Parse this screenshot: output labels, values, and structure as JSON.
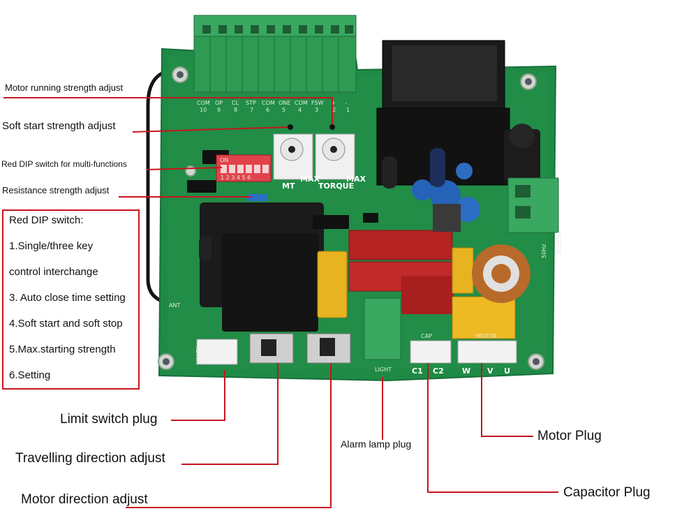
{
  "labels": {
    "motor_running": "Motor running strength adjust",
    "soft_start": "Soft start strength adjust",
    "red_dip_multi": "Red DIP switch for multi-functions",
    "resistance": "Resistance strength adjust",
    "limit_switch": "Limit switch plug",
    "travelling_direction": "Travelling direction adjust",
    "motor_direction": "Motor direction adjust",
    "alarm_lamp": "Alarm lamp plug",
    "motor_plug": "Motor Plug",
    "capacitor_plug": "Capacitor Plug"
  },
  "dip_info": {
    "title": "Red DIP switch:",
    "items": [
      "1.Single/three key",
      "control interchange",
      "3. Auto close time setting",
      "4.Soft start and soft stop",
      "5.Max.starting strength",
      "6.Setting"
    ]
  },
  "board_markings": {
    "terminal_labels": [
      "COM",
      "OP",
      "CL",
      "STP",
      "COM",
      "ONE",
      "COM",
      "FSW",
      "+",
      "-"
    ],
    "terminal_numbers": [
      "10",
      "9",
      "8",
      "7",
      "6",
      "5",
      "4",
      "3",
      "2",
      "1"
    ],
    "pot_mt": "MT",
    "pot_max_1": "MAX",
    "pot_torque": "TORQUE",
    "pot_max_2": "MAX",
    "dip_on": "ON",
    "dip_numbers": "1 2 3 4 5 6",
    "limits": "LIMITS",
    "light": "LIGHT",
    "cap": "CAP",
    "c1": "C1",
    "c2": "C2",
    "motor": "MOTOR",
    "w": "W",
    "v": "V",
    "u": "U",
    "ant": "ANT",
    "ac_label": "AC220V",
    "hz_label": "50Hz"
  },
  "colors": {
    "pcb": "#1f8a45",
    "callout_line": "#c8141e",
    "terminal": "#2f9a52",
    "relay": "#c12a2a"
  }
}
